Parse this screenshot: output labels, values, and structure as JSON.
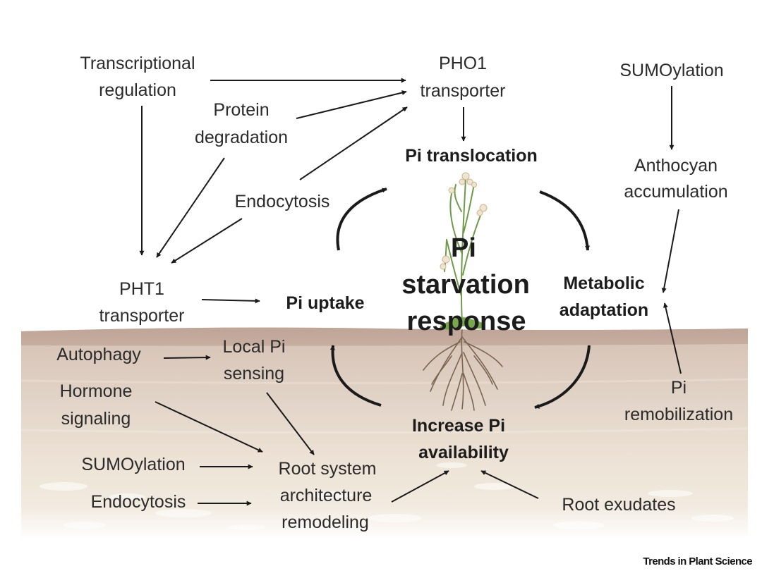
{
  "diagram": {
    "center": [
      "Pi",
      "starvation",
      "response"
    ],
    "cycle": {
      "translocation": "Pi translocation",
      "metabolic": [
        "Metabolic",
        "adaptation"
      ],
      "availability": [
        "Increase Pi",
        "availability"
      ],
      "uptake": "Pi uptake"
    },
    "labels": {
      "transcriptional": [
        "Transcriptional",
        "regulation"
      ],
      "pho1": [
        "PHO1",
        "transporter"
      ],
      "protein_degradation": [
        "Protein",
        "degradation"
      ],
      "endocytosis_top": "Endocytosis",
      "pht1": [
        "PHT1",
        "transporter"
      ],
      "sumo_top": "SUMOylation",
      "anthocyan": [
        "Anthocyan",
        "accumulation"
      ],
      "pi_remobilization": [
        "Pi",
        "remobilization"
      ],
      "autophagy": "Autophagy",
      "local_pi_sensing": [
        "Local Pi",
        "sensing"
      ],
      "hormone_signaling": [
        "Hormone",
        "signaling"
      ],
      "sumo_bottom": "SUMOylation",
      "endocytosis_bottom": "Endocytosis",
      "root_system": [
        "Root system",
        "architecture",
        "remodeling"
      ],
      "root_exudates": "Root exudates"
    },
    "journal": "Trends in Plant Science",
    "colors": {
      "soil_top": "#c9b4a7",
      "soil_mid": "#ddd0c5",
      "soil_bottom": "#f3ece1",
      "plant_stem": "#6f9a4a",
      "root": "#7a6550",
      "arrow": "#1a1a1a"
    }
  }
}
